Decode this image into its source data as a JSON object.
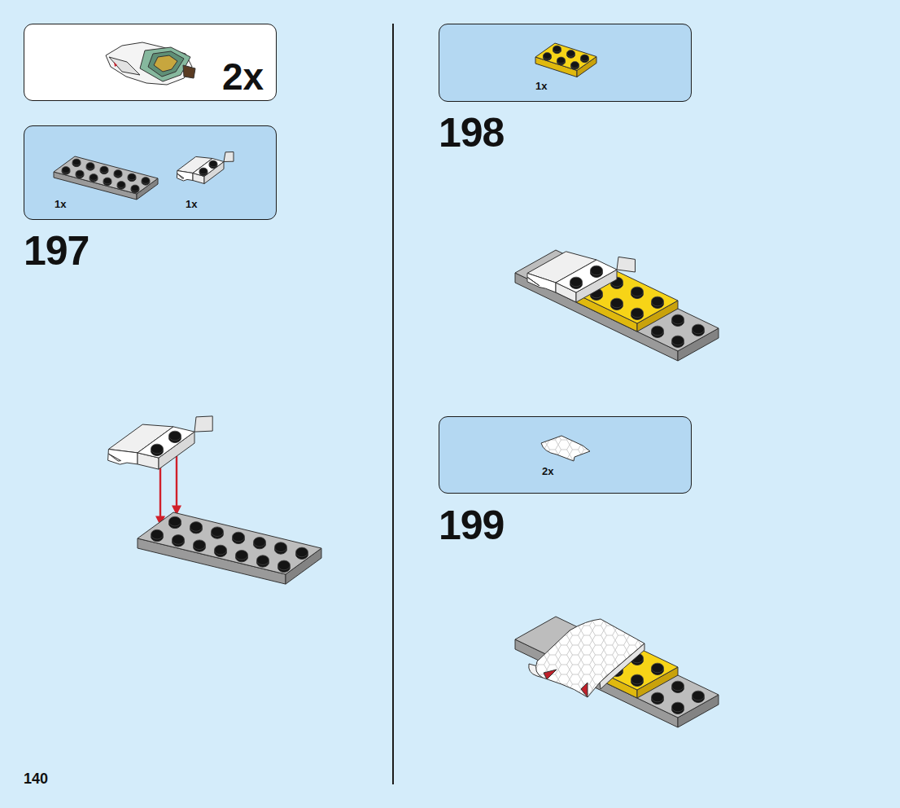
{
  "diagram": {
    "nodes": [
      {
        "text": [
          "2x"
        ]
      },
      {
        "text": [
          "1x",
          "1x"
        ]
      },
      {
        "text": [
          "1x"
        ]
      },
      {
        "text": [
          "2x"
        ]
      }
    ],
    "labels": [
      "197",
      "198",
      "199",
      "140"
    ]
  }
}
